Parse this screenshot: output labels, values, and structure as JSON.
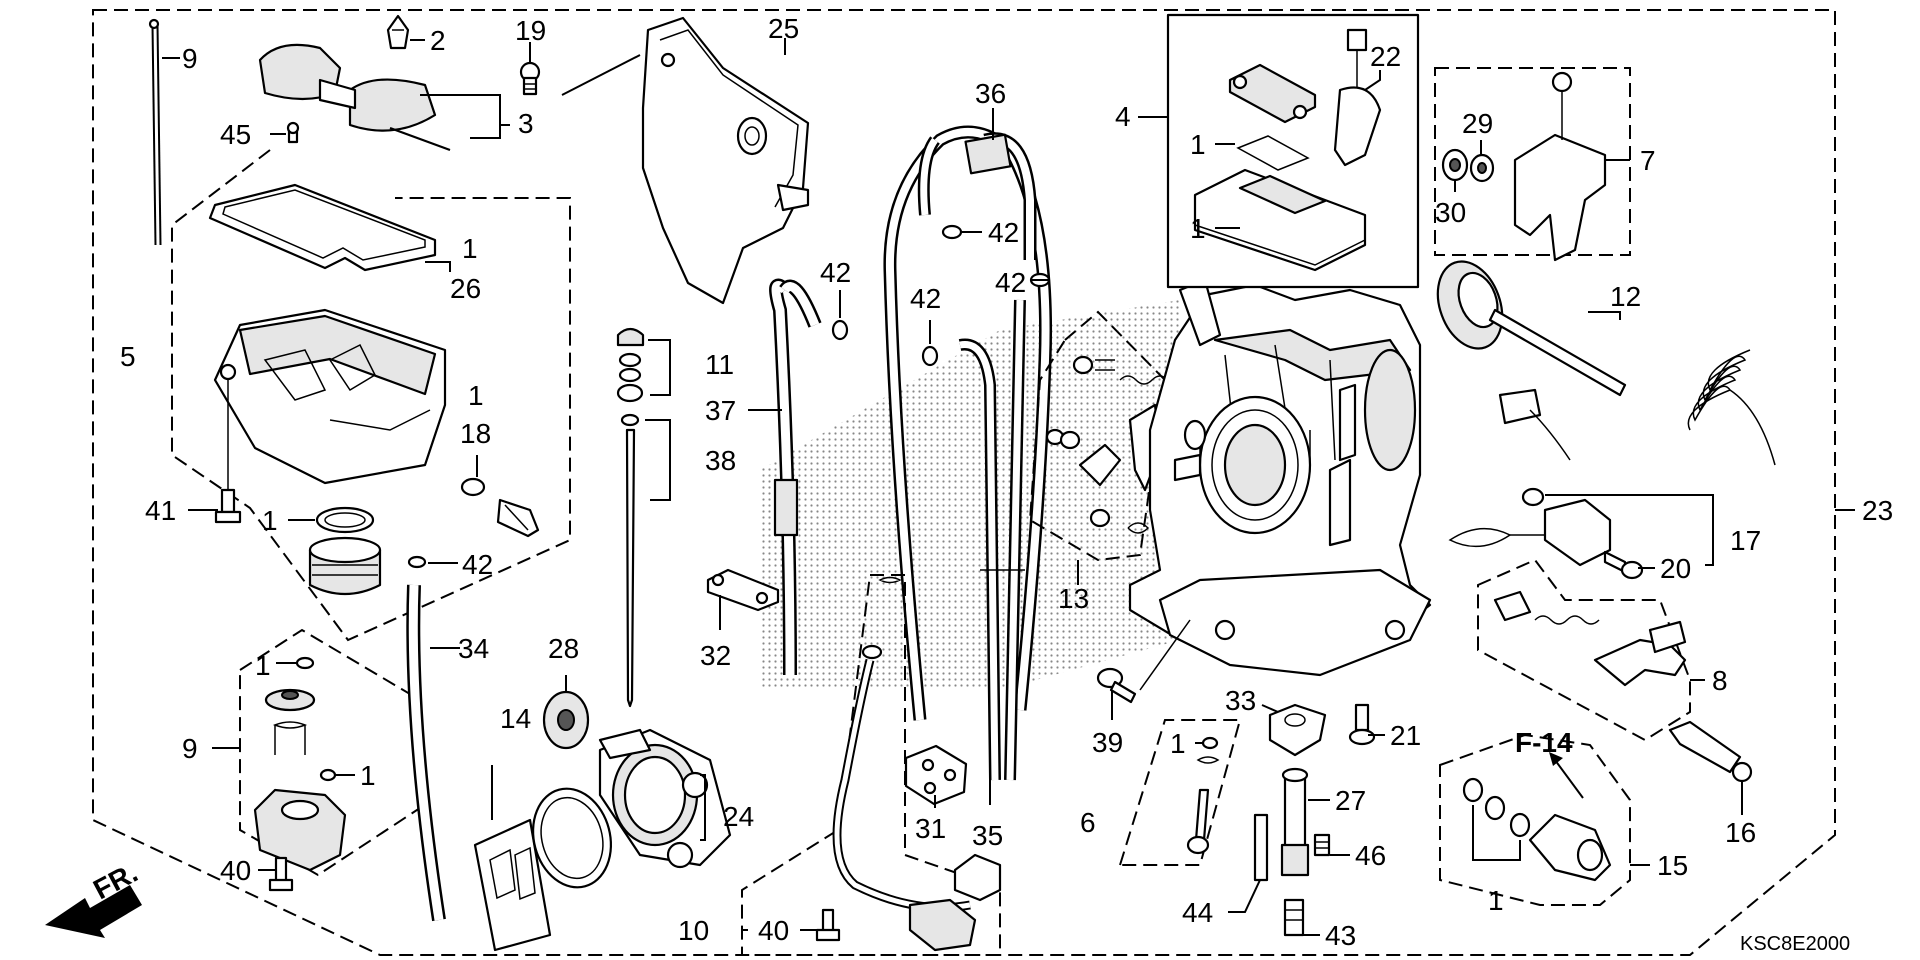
{
  "labels": {
    "n1": "1",
    "n2": "2",
    "n3": "3",
    "n4": "4",
    "n5": "5",
    "n6": "6",
    "n7": "7",
    "n8": "8",
    "n9": "9",
    "n10": "10",
    "n11": "11",
    "n12": "12",
    "n13": "13",
    "n14": "14",
    "n15": "15",
    "n16": "16",
    "n17": "17",
    "n18": "18",
    "n19": "19",
    "n20": "20",
    "n21": "21",
    "n22": "22",
    "n23": "23",
    "n24": "24",
    "n25": "25",
    "n26": "26",
    "n27": "27",
    "n28": "28",
    "n29": "29",
    "n30": "30",
    "n31": "31",
    "n32": "32",
    "n33": "33",
    "n34": "34",
    "n35": "35",
    "n36": "36",
    "n37": "37",
    "n38": "38",
    "n39": "39",
    "n40": "40",
    "n41": "41",
    "n42": "42",
    "n43": "43",
    "n44": "44",
    "n45": "45",
    "n46": "46"
  },
  "ref": "F-14",
  "fr": "FR.",
  "code": "KSC8E2000"
}
